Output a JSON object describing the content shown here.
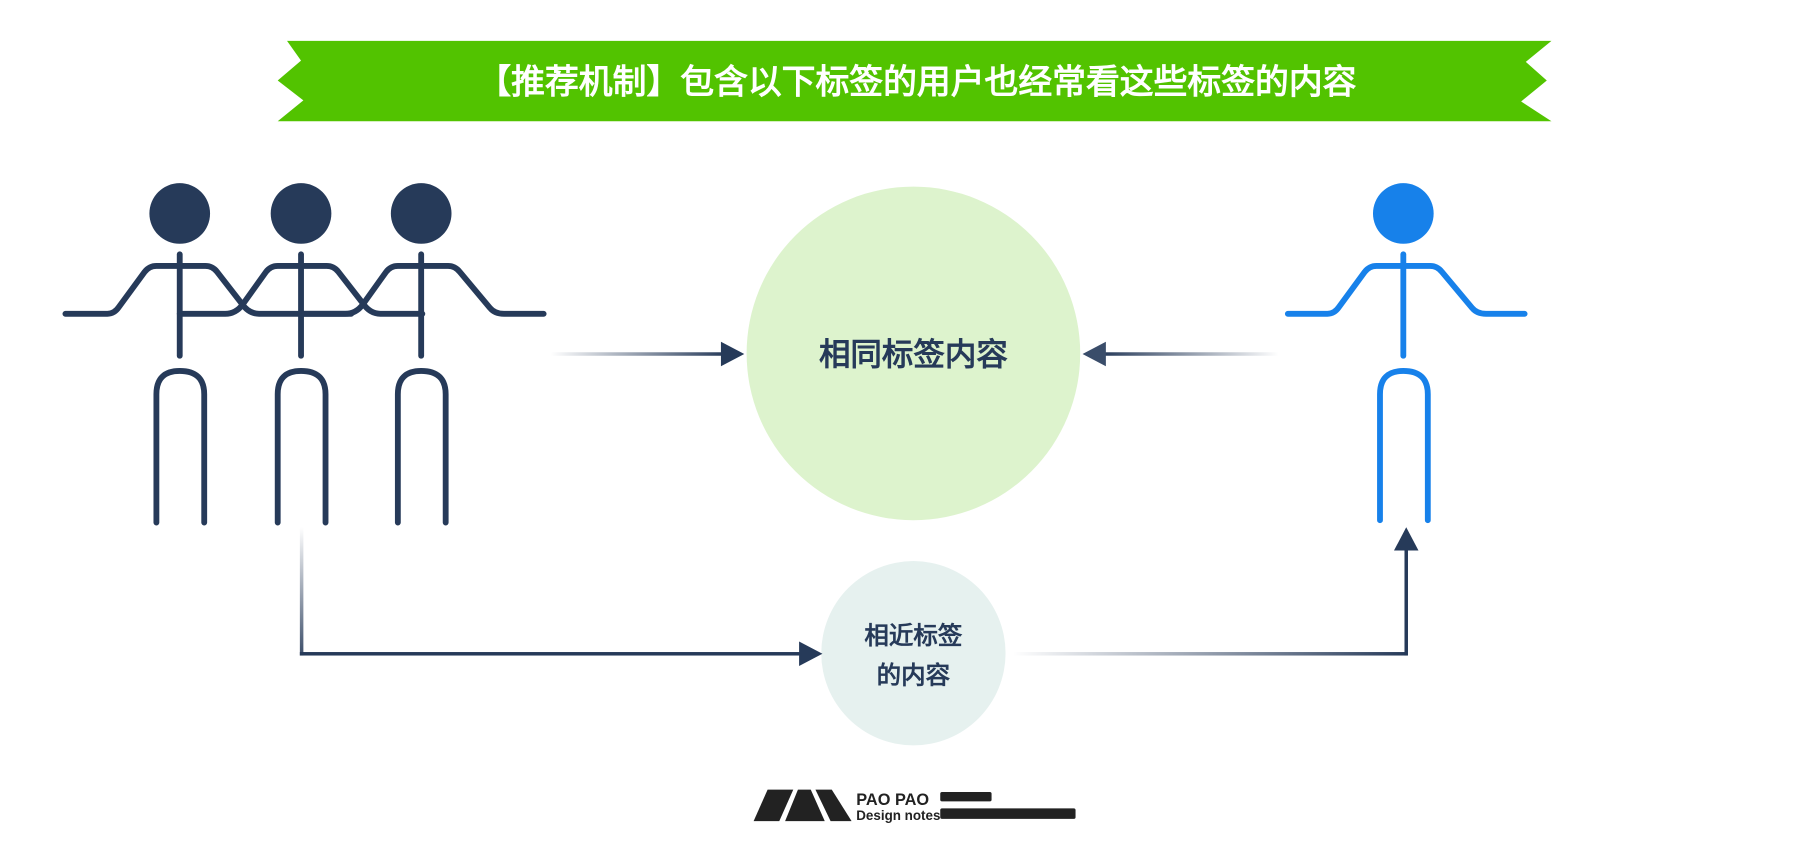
{
  "banner": {
    "title": "【推荐机制】包含以下标签的用户也经常看这些标签的内容",
    "color": "#52c300",
    "text_color": "#ffffff"
  },
  "nodes": {
    "users_group": {
      "label": "",
      "count": 3,
      "color": "#263a59"
    },
    "target_user": {
      "label": "",
      "color": "#1781ea"
    },
    "same_tags": {
      "label": "相同标签内容",
      "fill": "#ddf3cd"
    },
    "similar_tags": {
      "label_line1": "相近标签",
      "label_line2": "的内容",
      "fill": "#e6f1ef"
    }
  },
  "edges": [
    {
      "from": "users_group",
      "to": "same_tags"
    },
    {
      "from": "target_user",
      "to": "same_tags"
    },
    {
      "from": "users_group",
      "to": "similar_tags"
    },
    {
      "from": "similar_tags",
      "to": "target_user"
    }
  ],
  "colors": {
    "edge": "#263a59"
  },
  "logo": {
    "title": "PAO PAO",
    "subtitle": "Design notes"
  }
}
